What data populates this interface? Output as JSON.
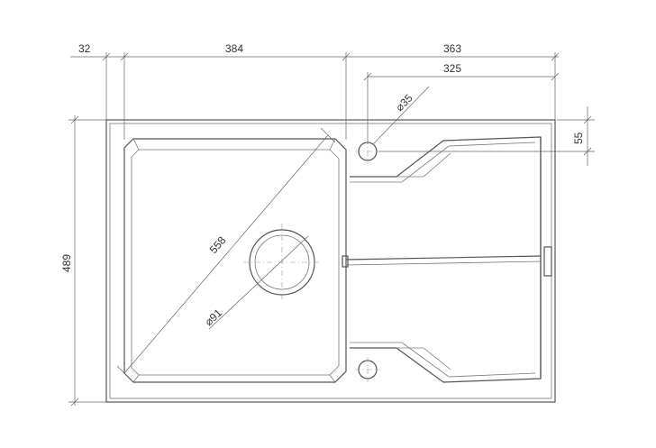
{
  "dimensions": {
    "offset_left": "32",
    "bowl_width": "384",
    "drainer_width": "363",
    "tap_to_edge": "325",
    "tap_hole_diameter": "⌀35",
    "tap_offset_top": "55",
    "bowl_diagonal": "558",
    "waste_diameter": "⌀91",
    "overall_depth": "489"
  },
  "colors": {
    "line": "#555555",
    "text": "#333333"
  }
}
